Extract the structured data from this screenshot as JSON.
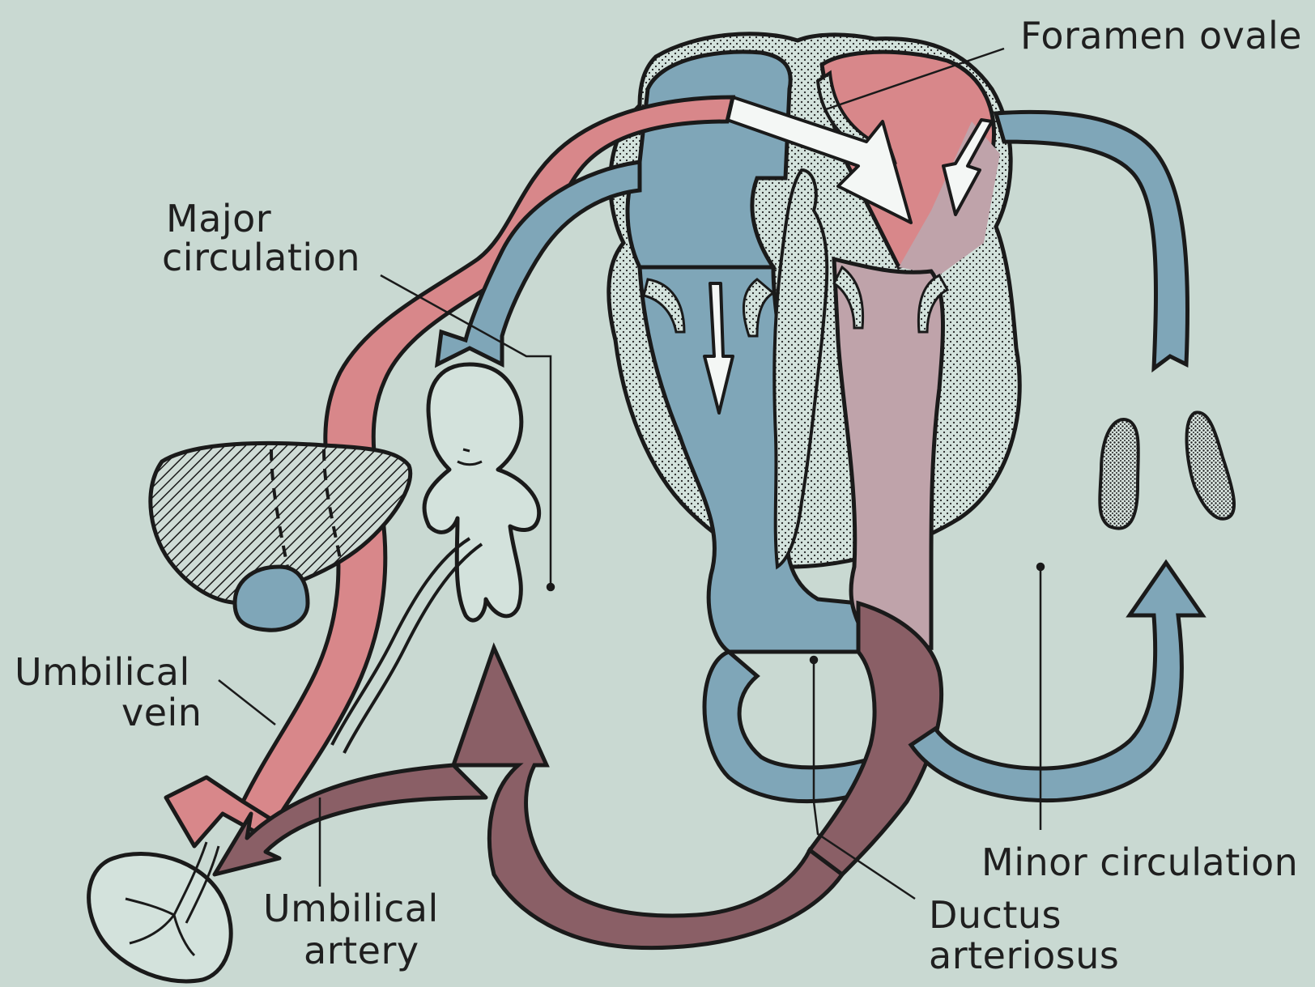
{
  "labels": {
    "foramen_ovale": "Foramen ovale",
    "major_circulation_line1": "Major",
    "major_circulation_line2": "circulation",
    "umbilical_vein_line1": "Umbilical",
    "umbilical_vein_line2": "vein",
    "umbilical_artery_line1": "Umbilical",
    "umbilical_artery_line2": "artery",
    "minor_circulation": "Minor circulation",
    "ductus_arteriosus_line1": "Ductus",
    "ductus_arteriosus_line2": "arteriosus"
  },
  "colors": {
    "background": "#c9d9d2",
    "oxygenated": "#d8878a",
    "deoxygenated": "#7fa6b8",
    "mixed": "#bfa3aa",
    "umbilical_artery": "#8a5f66",
    "outline": "#1a1a1a"
  }
}
